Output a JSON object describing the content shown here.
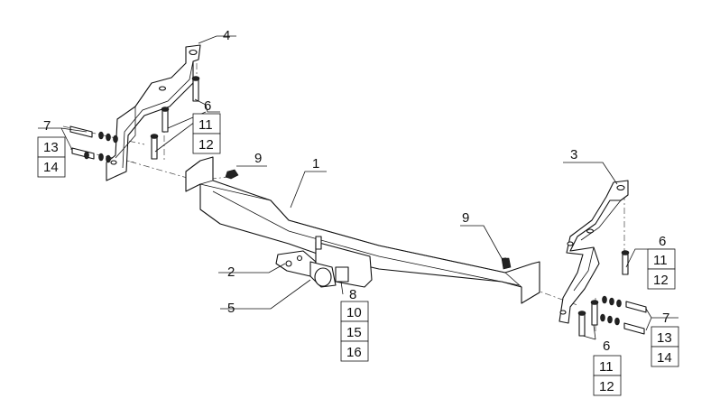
{
  "callouts": {
    "c1": "1",
    "c2": "2",
    "c3": "3",
    "c4": "4",
    "c5": "5",
    "c6_left": "6",
    "c7_left": "7",
    "c8": "8",
    "c9_left": "9",
    "c9_right": "9",
    "c10": "10",
    "c11_left": "11",
    "c12_left": "12",
    "c13_left": "13",
    "c14_left": "14",
    "c15": "15",
    "c16": "16",
    "c6_right_top": "6",
    "c11_right_top": "11",
    "c12_right_top": "12",
    "c7_right": "7",
    "c13_right": "13",
    "c14_right": "14",
    "c6_right_bottom": "6",
    "c11_right_bottom": "11",
    "c12_right_bottom": "12"
  }
}
